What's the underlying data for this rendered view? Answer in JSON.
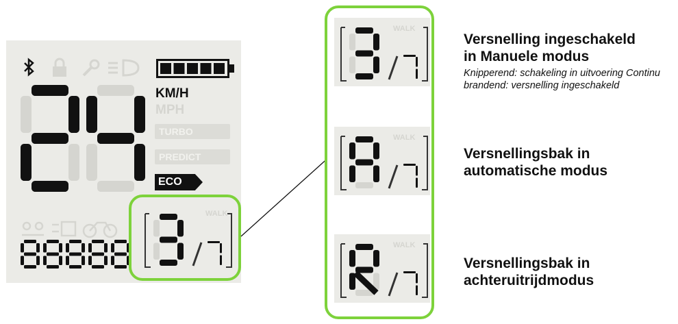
{
  "display": {
    "speed": "24",
    "unit_active": "KM/H",
    "unit_inactive": "MPH",
    "modes": [
      "TURBO",
      "PREDICT",
      "ECO"
    ],
    "active_mode": "ECO",
    "battery_level": 1.0,
    "odometer_ghost": "88888",
    "walk_label": "WALK",
    "gear_current": "3",
    "gear_max": "7"
  },
  "states": [
    {
      "symbol": "3",
      "max": "7",
      "heading": [
        "Versnelling ingeschakeld",
        "in Manuele modus"
      ],
      "note": "Knipperend: schakeling in uitvoering Continu brandend: versnelling ingeschakeld"
    },
    {
      "symbol": "A",
      "max": "7",
      "heading": [
        "Versnellingsbak in",
        "automatische modus"
      ]
    },
    {
      "symbol": "R",
      "max": "7",
      "heading": [
        "Versnellingsbak in",
        "achteruitrijdmodus"
      ]
    }
  ],
  "colors": {
    "highlight": "#7dd23b",
    "lcd_background": "#ebebe7",
    "segment_on": "#111111",
    "segment_off": "#d5d5d0"
  }
}
